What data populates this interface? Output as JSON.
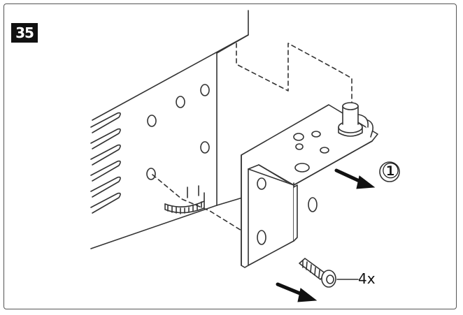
{
  "step": {
    "number": "35"
  },
  "callouts": {
    "slide_direction": "①",
    "screw_quantity": "4x"
  },
  "colors": {
    "line": "#333333",
    "badge_bg": "#111111",
    "badge_text": "#ffffff"
  },
  "icons": {
    "slide_arrow": "arrow-right-icon",
    "unscrew_arrow": "arrow-right-icon"
  }
}
